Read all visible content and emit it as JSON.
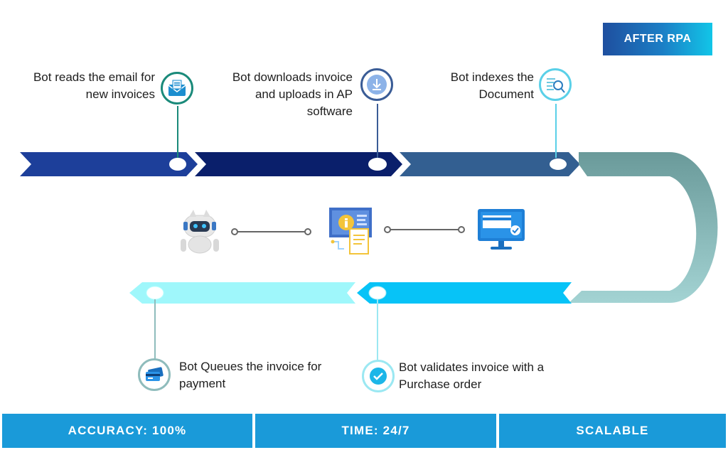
{
  "badge": "AFTER RPA",
  "steps": {
    "s1": {
      "lines": [
        "Bot reads the email for",
        "new invoices"
      ],
      "icon": "email-icon",
      "color": "#1a8a7a"
    },
    "s2": {
      "lines": [
        "Bot downloads invoice",
        "and uploads in AP",
        "software"
      ],
      "icon": "download-icon",
      "color": "#3a5c96"
    },
    "s3": {
      "lines": [
        "Bot indexes the",
        "Document"
      ],
      "icon": "search-document-icon",
      "color": "#5ad0e8"
    },
    "s4": {
      "lines": [
        "Bot validates invoice with a",
        "Purchase order"
      ],
      "icon": "check-icon",
      "color": "#9be8f2"
    },
    "s5": {
      "lines": [
        "Bot Queues the invoice for",
        "payment"
      ],
      "icon": "payment-card-icon",
      "color": "#8fbcbc"
    }
  },
  "illustrations": [
    "robot-icon",
    "invoice-computer-icon",
    "monitor-payment-icon"
  ],
  "footer": [
    "ACCURACY: 100%",
    "TIME: 24/7",
    "SCALABLE"
  ],
  "colors": {
    "band1": "#1d3f9a",
    "band2": "#0a1f6b",
    "band3": "#335f91",
    "curve_top": "#6a9a9a",
    "curve_bottom": "#9fcfcf",
    "band4": "#07c3f7",
    "band5": "#9ff7fb",
    "footer": "#1a9ad9"
  }
}
